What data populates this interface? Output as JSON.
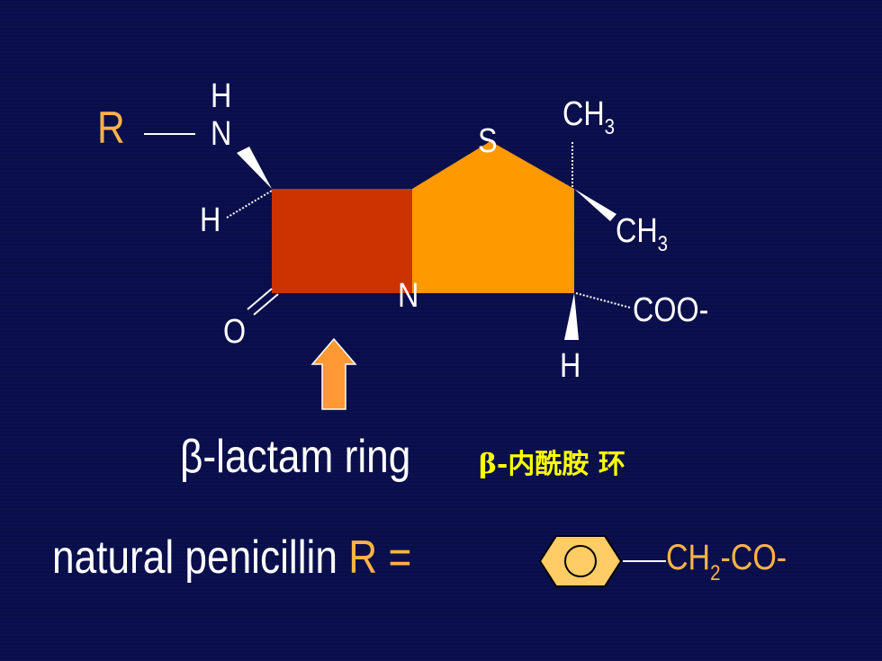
{
  "structure": {
    "r_label": "R",
    "atoms": {
      "n_amide": "N",
      "h_amide": "H",
      "h_alpha": "H",
      "carbonyl_o": "O",
      "ring_n": "N",
      "sulfur": "S",
      "methyl_top": "CH",
      "methyl_top_sub": "3",
      "methyl_mid": "CH",
      "methyl_mid_sub": "3",
      "carboxylate": "COO-",
      "h_bottom": "H"
    },
    "colors": {
      "lactam_ring": "#cc3300",
      "thiazolidine_ring": "#ff9900",
      "arrow": "#ff9933",
      "benzene": "#ffcc66"
    },
    "arrow_icon": "up-arrow-icon"
  },
  "caption": {
    "english": "β-lactam ring",
    "chinese": "β-内酰胺 环"
  },
  "formula": {
    "prefix": "natural penicillin ",
    "r_equals": "R =",
    "side_chain": "CH",
    "side_chain_sub": "2",
    "side_chain_tail": "-CO-",
    "benzene_icon": "benzene-ring-icon"
  }
}
